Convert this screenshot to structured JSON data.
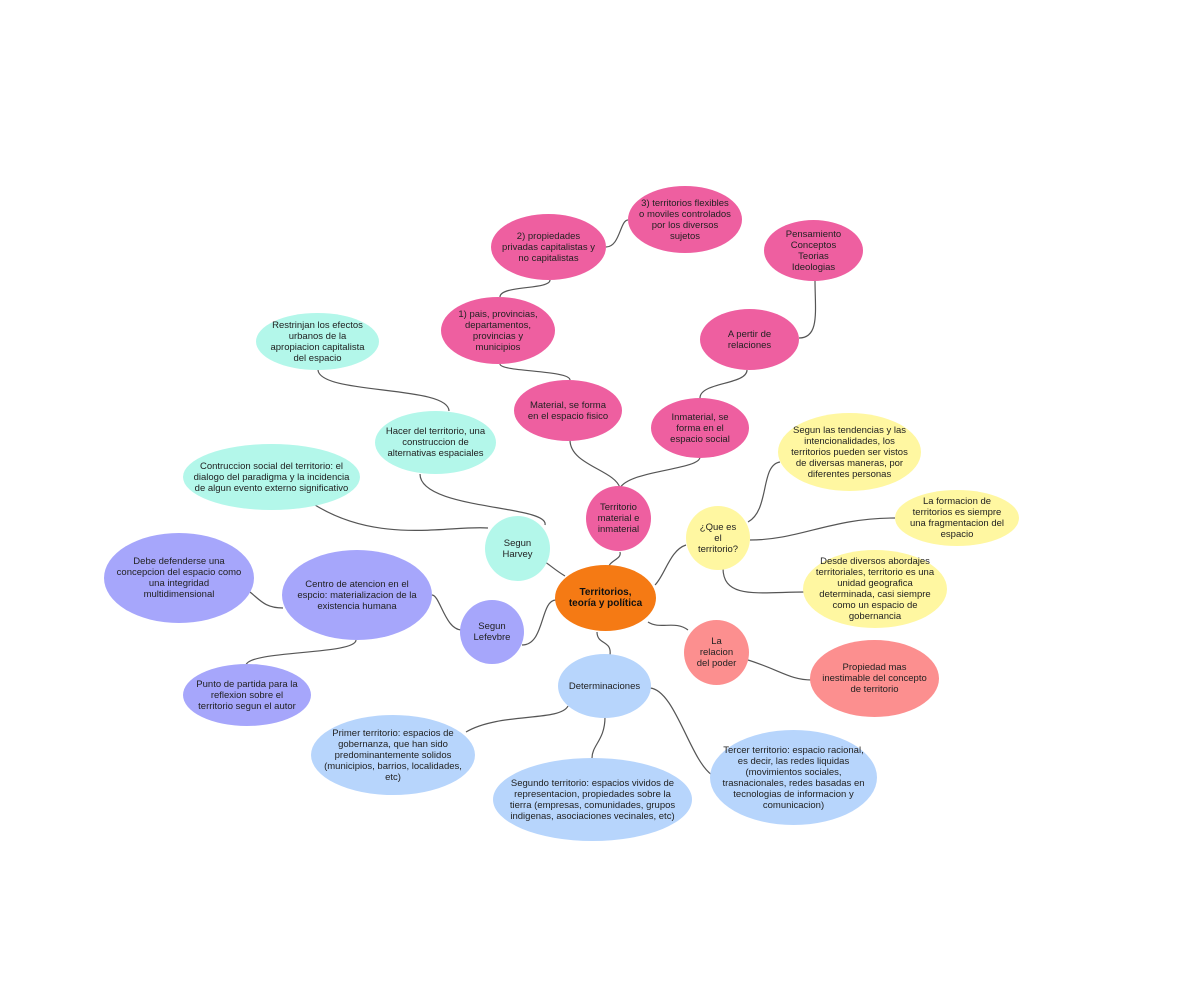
{
  "title": "Territorios, teoría y política",
  "colors": {
    "root": "#f57a14",
    "pink": "#ee5fa0",
    "teal": "#b3f7ea",
    "yellow": "#fff7a1",
    "purple": "#a6a6fb",
    "red": "#fc8f8f",
    "blue": "#b7d5fc"
  },
  "nodes": {
    "root": "Territorios, teoría y política",
    "material_inmaterial": "Territorio material e inmaterial",
    "material": "Material, se forma en el espacio fisico",
    "inmaterial": "Inmaterial, se forma en el espacio social",
    "paises": "1) pais, provincias, departamentos, provincias y municipios",
    "propiedades": "2) propiedades privadas capitalistas y no capitalistas",
    "flexibles": "3) territorios flexibles o moviles controlados por los diversos sujetos",
    "relaciones": "A pertir de relaciones",
    "pensamiento": "Pensamiento\nConceptos\nTeorias\nIdeologias",
    "harvey": "Segun Harvey",
    "hacer": "Hacer del territorio, una construccion de alternativas espaciales",
    "restrinjan": "Restrinjan los efectos urbanos de la apropiacion capitalista del espacio",
    "contruccion": "Contruccion social del territorio: el dialogo del paradigma y la incidencia de algun evento externo significativo",
    "lefevbre": "Segun Lefevbre",
    "centro": "Centro de atencion en el espcio: materializacion de la existencia humana",
    "debe": "Debe defenderse una concepcion del espacio como una integridad multidimensional",
    "punto": "Punto de partida para la reflexion sobre el territorio segun el autor",
    "que_es": "¿Que es el territorio?",
    "tendencias": "Segun las tendencias y las intencionalidades, los territorios pueden ser vistos de diversas maneras, por diferentes personas",
    "formacion": "La formacion de territorios es siempre una fragmentacion del espacio",
    "desde": "Desde diversos abordajes territoriales, territorio es una unidad geografica determinada, casi siempre como un espacio de gobernancia",
    "poder": "La relacion del poder",
    "propiedad": "Propiedad mas inestimable del concepto de territorio",
    "determinaciones": "Determinaciones",
    "primer": "Primer territorio: espacios de gobernanza, que han sido predominantemente solidos (municipios, barrios, localidades, etc)",
    "segundo": "Segundo territorio: espacios vividos de representacion, propiedades sobre la tierra (empresas, comunidades, grupos indigenas, asociaciones vecinales, etc)",
    "tercer": "Tercer territorio: espacio racional, es decir, las redes liquidas (movimientos sociales, trasnacionales, redes basadas en tecnologias de informacion y comunicacion)"
  }
}
